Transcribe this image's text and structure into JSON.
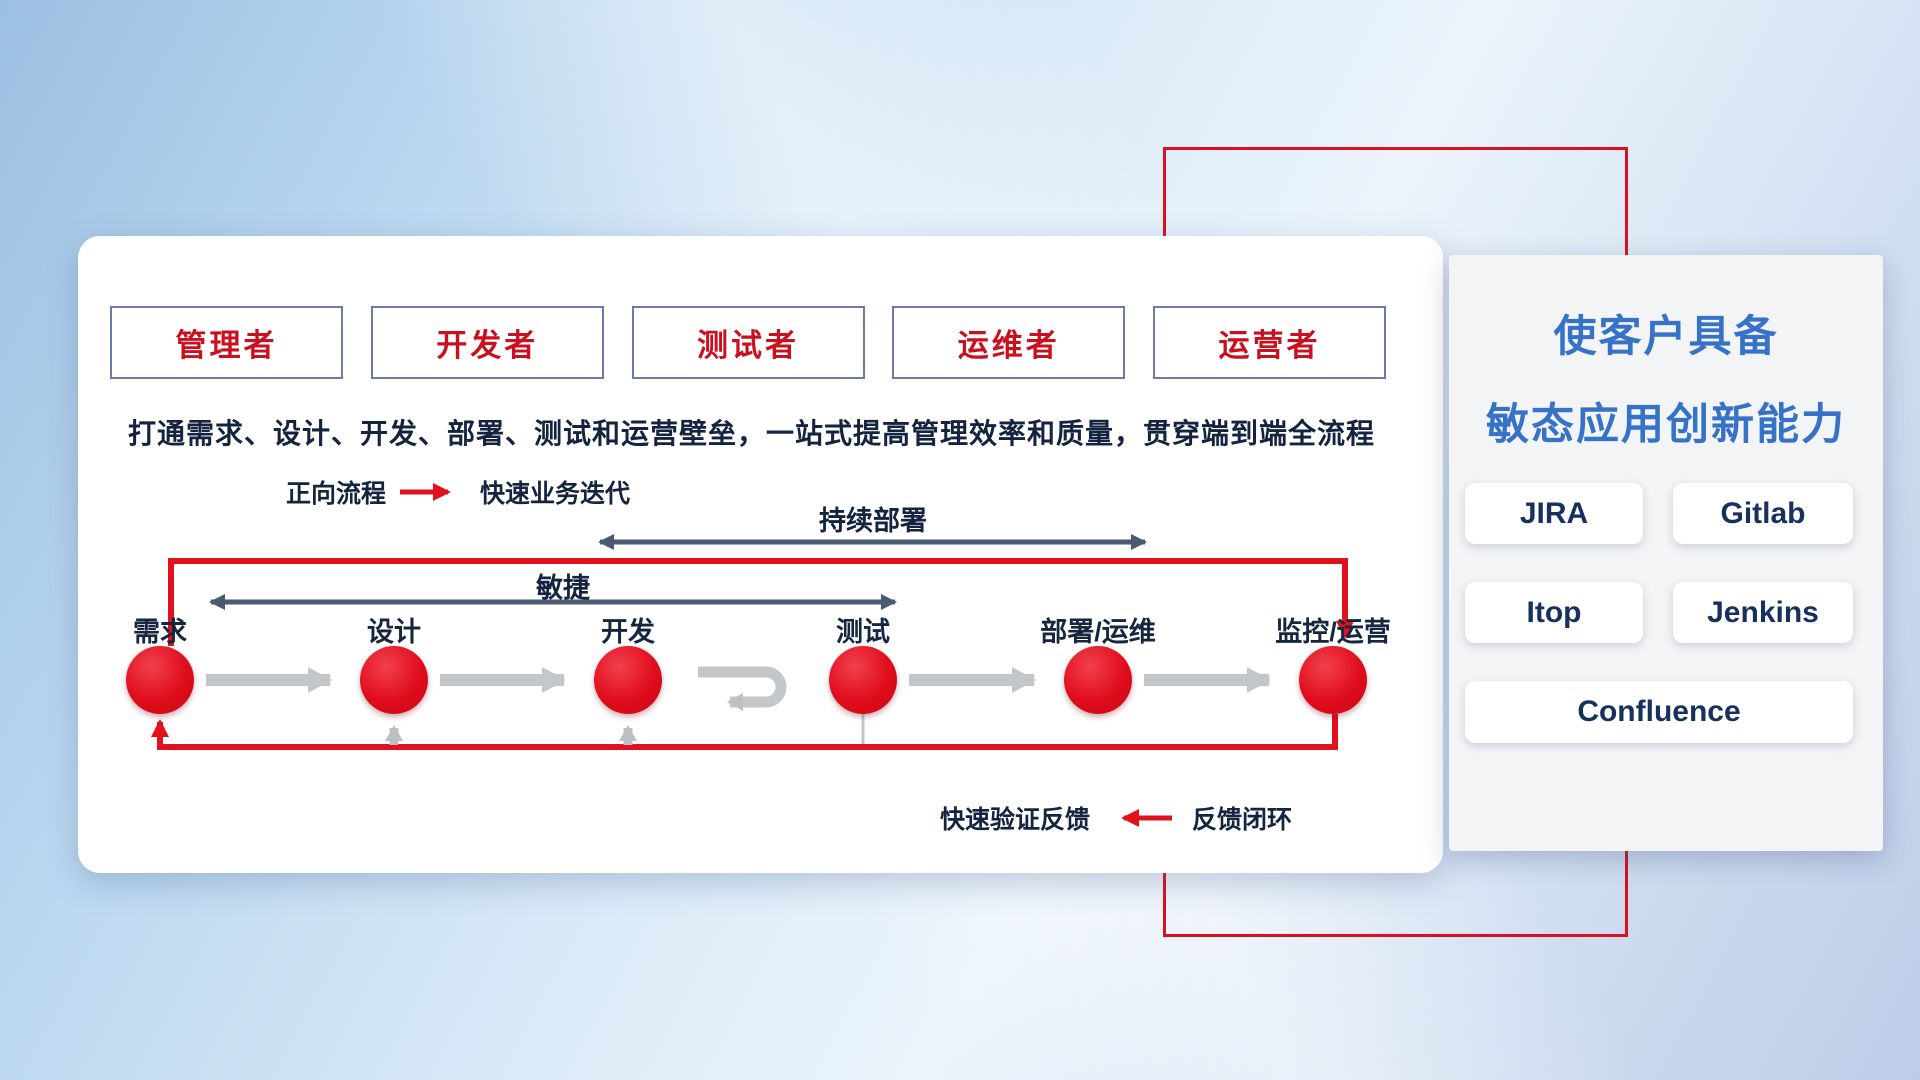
{
  "card": {
    "roles": [
      {
        "label": "管理者"
      },
      {
        "label": "开发者"
      },
      {
        "label": "测试者"
      },
      {
        "label": "运维者"
      },
      {
        "label": "运营者"
      }
    ],
    "subtitle": "打通需求、设计、开发、部署、测试和运营壁垒，一站式提高管理效率和质量，贯穿端到端全流程",
    "legend_forward": {
      "label": "正向流程",
      "desc": "快速业务迭代"
    },
    "flow": {
      "span_cd": "持续部署",
      "span_agile": "敏捷",
      "nodes": [
        {
          "label": "需求"
        },
        {
          "label": "设计"
        },
        {
          "label": "开发"
        },
        {
          "label": "测试"
        },
        {
          "label": "部署/运维"
        },
        {
          "label": "监控/运营"
        }
      ]
    },
    "legend_feedback": {
      "desc": "快速验证反馈",
      "label": "反馈闭环"
    }
  },
  "panel": {
    "title_line1": "使客户具备",
    "title_line2": "敏态应用创新能力",
    "tools": [
      {
        "label": "JIRA"
      },
      {
        "label": "Gitlab"
      },
      {
        "label": "Itop"
      },
      {
        "label": "Jenkins"
      },
      {
        "label": "Confluence"
      }
    ]
  },
  "colors": {
    "accent_red": "#e2111e",
    "title_blue": "#3572c8",
    "navy": "#16263f",
    "arrow_gray": "#c4c7ca",
    "dark_arrow": "#4a5a70"
  }
}
